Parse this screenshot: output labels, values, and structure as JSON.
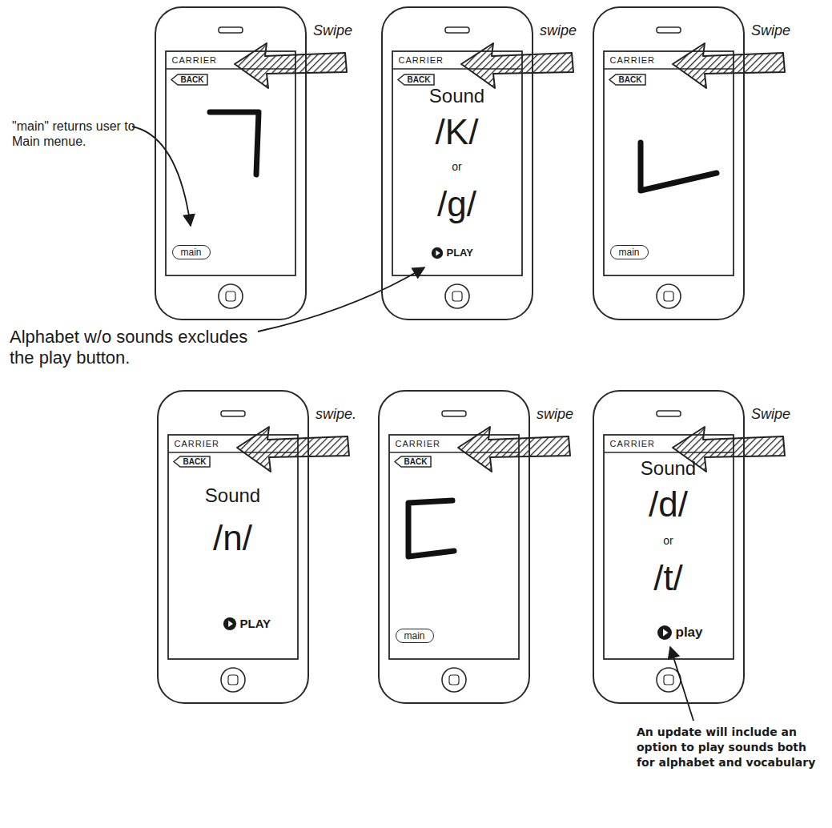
{
  "diagram": {
    "nodes": [
      {
        "text": [
          "CARRIER"
        ]
      },
      {
        "text": [
          "BACK"
        ],
        "in": 0
      },
      {
        "text": [
          "main"
        ],
        "in": 0
      },
      {
        "text": [
          "CARRIER",
          "Sound",
          "/K/",
          "or",
          "/g/"
        ]
      },
      {
        "text": [
          "BACK"
        ],
        "in": 3
      },
      {
        "text": [
          "PLAY"
        ],
        "in": 3
      },
      {
        "text": [
          "CARRIER"
        ]
      },
      {
        "text": [
          "BACK"
        ],
        "in": 6
      },
      {
        "text": [
          "main"
        ],
        "in": 6
      },
      {
        "text": [
          "CARRIER",
          "Sound",
          "/n/"
        ]
      },
      {
        "text": [
          "BACK"
        ],
        "in": 9
      },
      {
        "text": [
          "PLAY"
        ],
        "in": 9
      },
      {
        "text": [
          "CARRIER"
        ]
      },
      {
        "text": [
          "BACK"
        ],
        "in": 12
      },
      {
        "text": [
          "main"
        ],
        "in": 12
      },
      {
        "text": [
          "CARRIER",
          "Sound",
          "/d/",
          "or",
          "/t/"
        ]
      },
      {
        "text": [
          "play"
        ],
        "in": 15
      }
    ],
    "labels": [
      "Swipe",
      "swipe",
      "Swipe",
      "\"main\" returns user to Main menue.",
      "Alphabet w/o sounds excludes the play button.",
      "swipe.",
      "swipe",
      "Swipe",
      "An update will include an option to play sounds both for alphabet and vocabulary"
    ]
  }
}
